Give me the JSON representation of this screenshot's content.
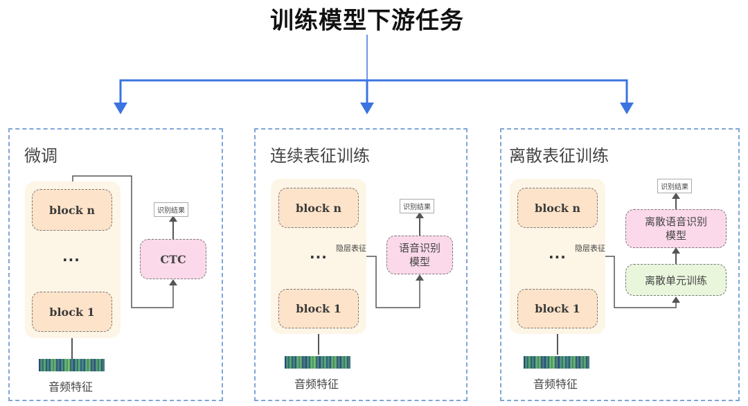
{
  "title": "训练模型下游任务",
  "colors": {
    "arrow_blue": "#3b74e0",
    "panel_border": "#7ea6d8",
    "block_fill": "#fde3c9",
    "stack_bg": "#fdf5e6",
    "model_pink": "#fbd9ea",
    "model_green": "#e9f6dc"
  },
  "panels": [
    {
      "title": "微调",
      "block_top": "block n",
      "ellipsis": "···",
      "block_bottom": "block 1",
      "input_label": "音频特征",
      "head_model": "CTC",
      "result": "识别结果"
    },
    {
      "title": "连续表征训练",
      "block_top": "block n",
      "ellipsis": "···",
      "block_bottom": "block 1",
      "input_label": "音频特征",
      "hidden_label": "隐层表征",
      "head_model_line1": "语音识别",
      "head_model_line2": "模型",
      "result": "识别结果"
    },
    {
      "title": "离散表征训练",
      "block_top": "block n",
      "ellipsis": "···",
      "block_bottom": "block 1",
      "input_label": "音频特征",
      "hidden_label": "隐层表征",
      "unit_model": "离散单元训练",
      "head_model_line1": "离散语音识别",
      "head_model_line2": "模型",
      "result": "识别结果"
    }
  ]
}
